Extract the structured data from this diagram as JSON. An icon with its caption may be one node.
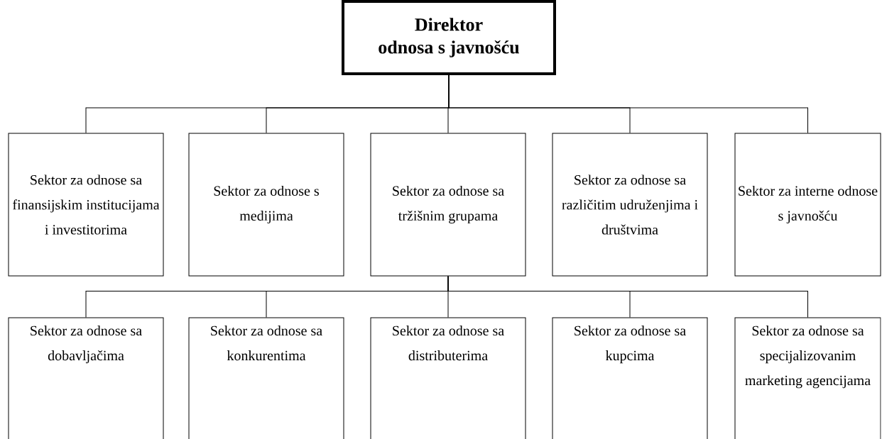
{
  "diagram": {
    "nodes": [
      {
        "text": [
          "Direktor",
          "odnosa s javnošću"
        ]
      },
      {
        "text": [
          "Sektor za odnose sa finansijskim institucijama i investitorima"
        ]
      },
      {
        "text": [
          "Sektor za odnose s medijima"
        ]
      },
      {
        "text": [
          "Sektor za odnose sa tržišnim grupama"
        ]
      },
      {
        "text": [
          "Sektor za odnose sa različitim udruženjima i društvima"
        ]
      },
      {
        "text": [
          "Sektor za interne odnose s javnošću"
        ]
      },
      {
        "text": [
          "Sektor za odnose sa dobavljačima"
        ]
      },
      {
        "text": [
          "Sektor za odnose sa konkurentima"
        ]
      },
      {
        "text": [
          "Sektor za odnose sa distributerima"
        ]
      },
      {
        "text": [
          "Sektor za odnose sa kupcima"
        ]
      },
      {
        "text": [
          "Sektor za odnose sa specijalizovanim marketing agencijama"
        ]
      }
    ],
    "edges": [
      {
        "from": 0,
        "to": 1,
        "arrow": "none"
      },
      {
        "from": 0,
        "to": 2,
        "arrow": "none"
      },
      {
        "from": 0,
        "to": 3,
        "arrow": "none"
      },
      {
        "from": 0,
        "to": 4,
        "arrow": "none"
      },
      {
        "from": 0,
        "to": 5,
        "arrow": "none"
      },
      {
        "from": 3,
        "to": 6,
        "arrow": "none"
      },
      {
        "from": 3,
        "to": 7,
        "arrow": "none"
      },
      {
        "from": 3,
        "to": 8,
        "arrow": "none"
      },
      {
        "from": 3,
        "to": 9,
        "arrow": "none"
      },
      {
        "from": 3,
        "to": 10,
        "arrow": "none"
      }
    ]
  }
}
